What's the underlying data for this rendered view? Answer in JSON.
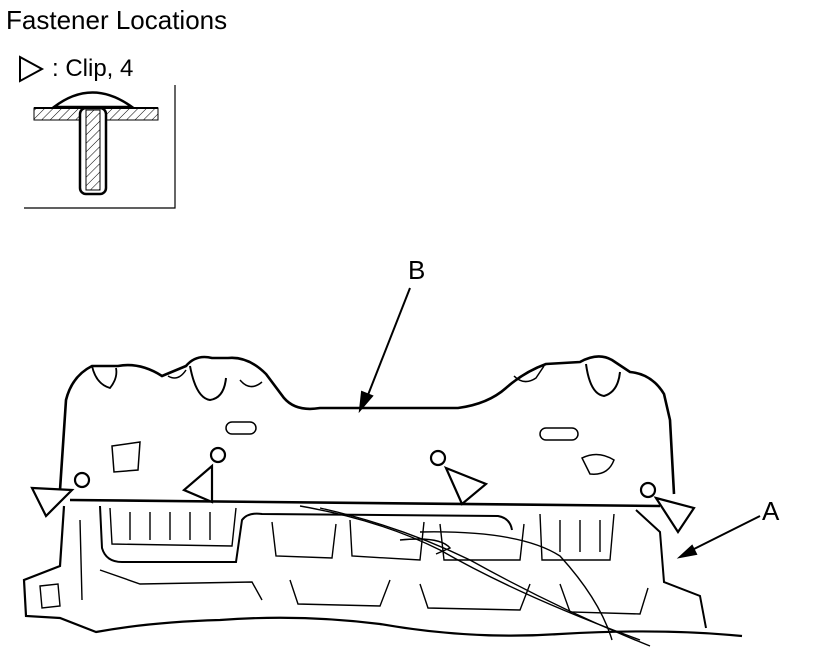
{
  "title": "Fastener Locations",
  "legend": {
    "icon": "triangle-outline-icon",
    "text": ": Clip, 4"
  },
  "callouts": {
    "a": "A",
    "b": "B"
  },
  "colors": {
    "line": "#000000",
    "background": "#ffffff"
  }
}
